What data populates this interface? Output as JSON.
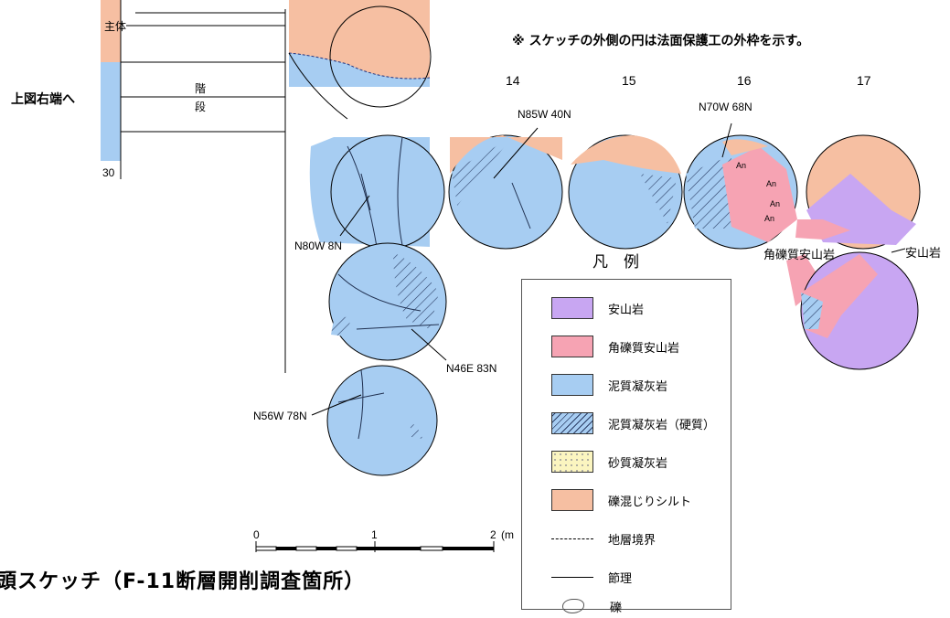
{
  "notes": {
    "outer_circle": "※ スケッチの外側の円は法面保護工の外枠を示す。",
    "to_right": "上図右端へ"
  },
  "header_labels": {
    "left_top": "主体",
    "stairs_1": "階",
    "stairs_2": "段",
    "left_cut": "30"
  },
  "columns": [
    "14",
    "15",
    "16",
    "17"
  ],
  "strikes": {
    "s1": "N85W  40N",
    "s2": "N70W  68N",
    "s3": "N80W  8N",
    "s4": "N46E  83N",
    "s5": "N56W  78N"
  },
  "rock_labels": {
    "an": "An",
    "breccia_andesite": "角礫質安山岩",
    "andesite": "安山岩"
  },
  "legend": {
    "title": "凡　例",
    "items": [
      {
        "label": "安山岩",
        "color": "#c8a6f2",
        "pattern": "solid"
      },
      {
        "label": "角礫質安山岩",
        "color": "#f6a3b3",
        "pattern": "solid"
      },
      {
        "label": "泥質凝灰岩",
        "color": "#a7cdf2",
        "pattern": "solid"
      },
      {
        "label": "泥質凝灰岩（硬質）",
        "color": "#a7cdf2",
        "pattern": "hatch"
      },
      {
        "label": "砂質凝灰岩",
        "color": "#fbf5c0",
        "pattern": "dots"
      },
      {
        "label": "礫混じりシルト",
        "color": "#f6bfa2",
        "pattern": "gravel"
      },
      {
        "label": "地層境界",
        "pattern": "dashed-line"
      },
      {
        "label": "節理",
        "pattern": "line"
      },
      {
        "label": "礫",
        "pattern": "pebble"
      }
    ]
  },
  "scale": {
    "ticks": [
      "0",
      "1",
      "2"
    ],
    "unit": "(m"
  },
  "title": "頭スケッチ（F-11断層開削調査箇所）",
  "colors": {
    "andesite": "#c8a6f2",
    "breccia": "#f6a3b3",
    "tuff": "#a7cdf2",
    "silt": "#f6bfa2",
    "sand": "#fbf5c0"
  }
}
